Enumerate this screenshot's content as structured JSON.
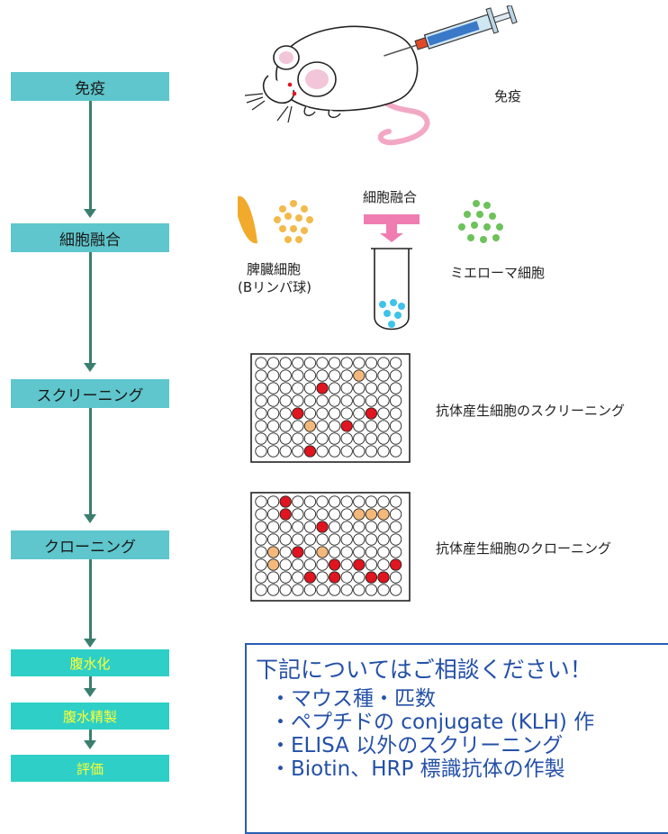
{
  "steps": {
    "immunization": "免疫",
    "fusion": "細胞融合",
    "screening": "スクリーニング",
    "cloning": "クローニング",
    "ascites": "腹水化",
    "purification": "腹水精製",
    "evaluation": "評価"
  },
  "illustrations": {
    "immunization_label": "免疫",
    "fusion_label": "細胞融合",
    "spleen_line1": "脾臓細胞",
    "spleen_line2": "(Bリンパ球)",
    "myeloma_label": "ミエローマ細胞",
    "screening_label": "抗体産生細胞のスクリーニング",
    "cloning_label": "抗体産生細胞のクローニング"
  },
  "consult": {
    "title": "下記についてはご相談ください！",
    "items": [
      "・マウス種・匹数",
      "・ペプチドの conjugate (KLH) 作",
      "・ELISA 以外のスクリーニング",
      "・Biotin、HRP 標識抗体の作製"
    ]
  },
  "colors": {
    "step_box": "#5ec6cc",
    "step_box_small": "#2ecfc6",
    "step_text_small": "#ffff33",
    "arrow": "#3a7f6e",
    "red_well": "#e0151f",
    "orange_well": "#f4b97a",
    "consult_border": "#2a5db0",
    "consult_text": "#2450a8"
  },
  "icons": [
    "mouse-icon",
    "syringe-icon",
    "spleen-icon",
    "test-tube-icon",
    "well-plate-icon"
  ]
}
